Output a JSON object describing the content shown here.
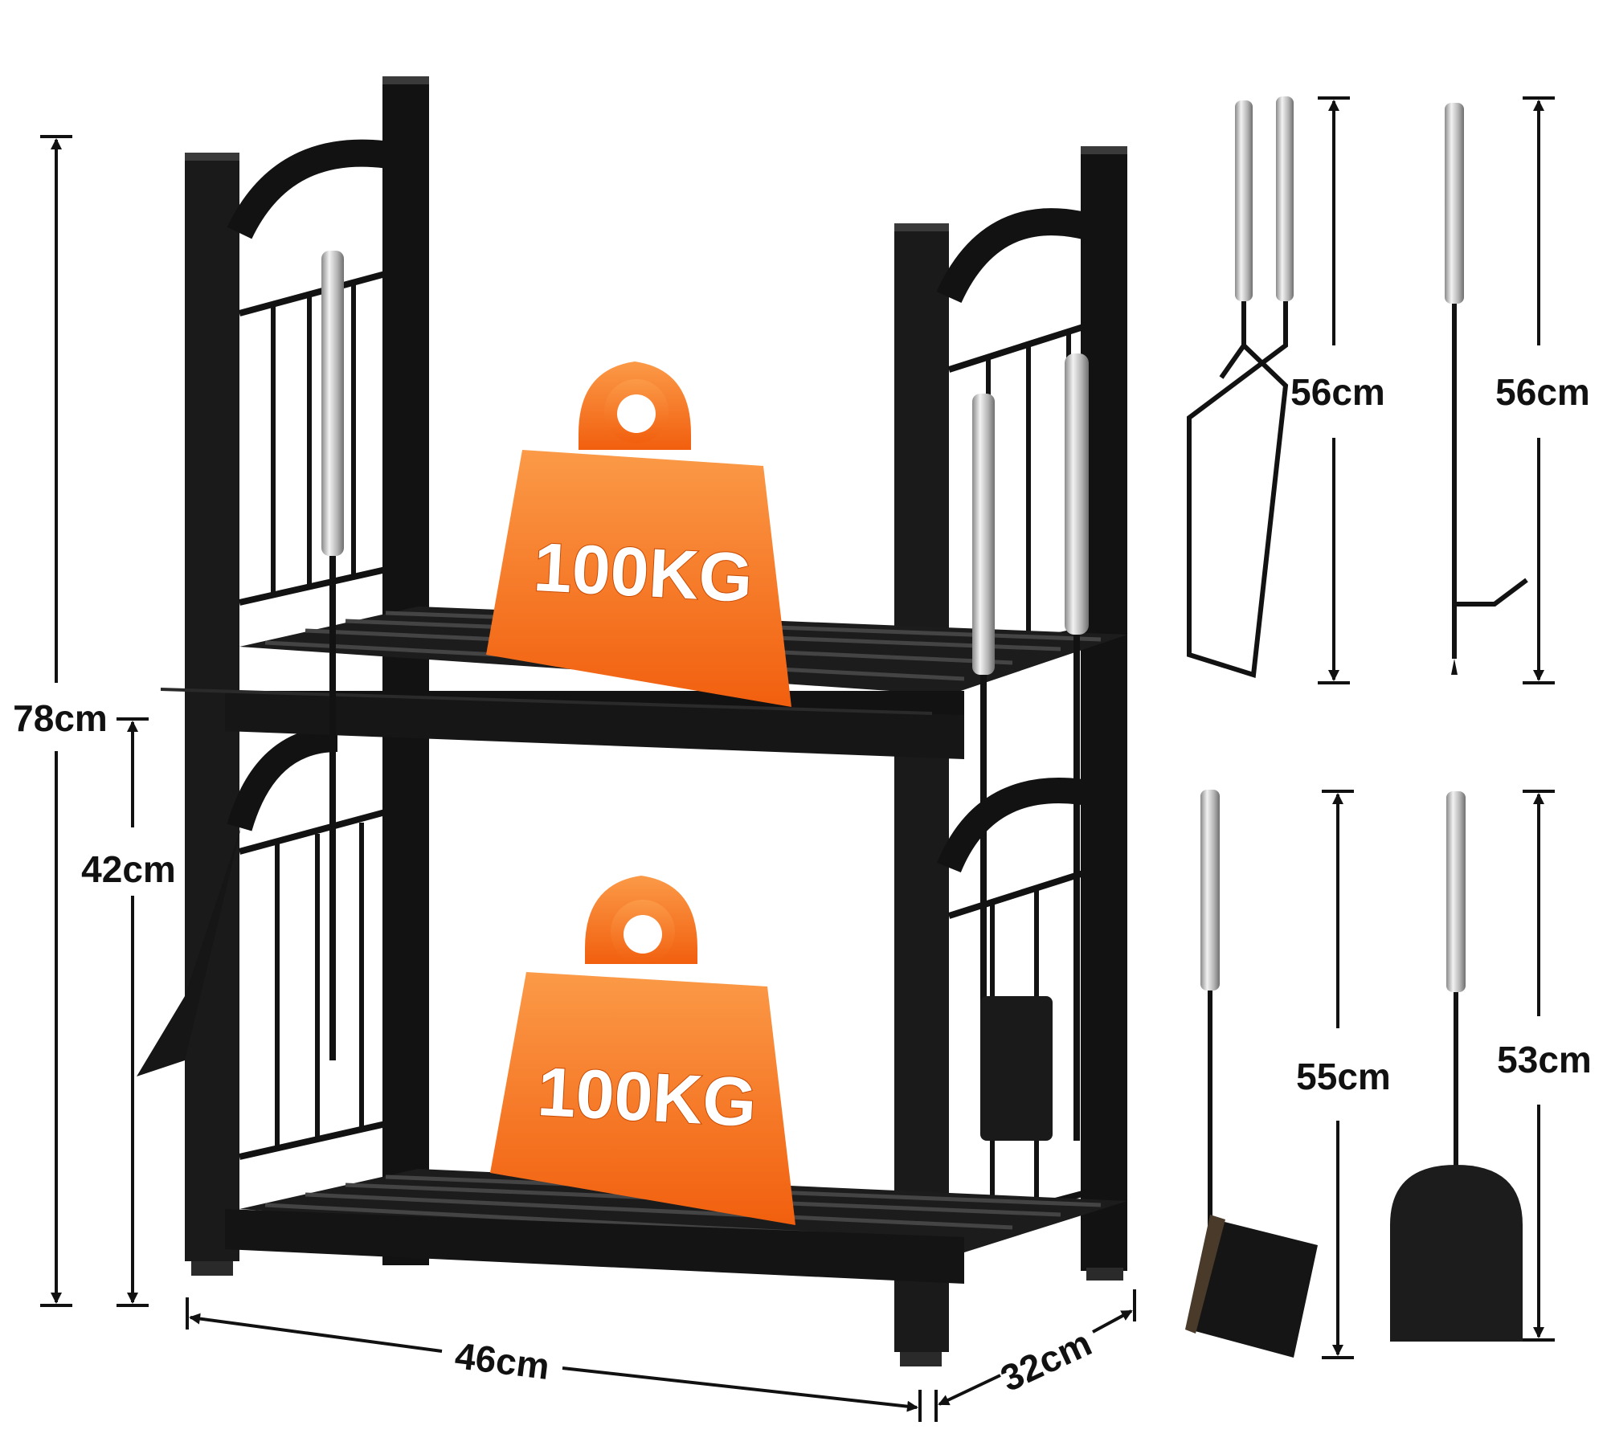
{
  "colors": {
    "frame": "#121212",
    "weight_orange": "#f4711d",
    "weight_orange_light": "#fb9a48",
    "steel": "#c8c8c8",
    "dimension_line": "#111111"
  },
  "weights": {
    "upper_shelf": {
      "label": "100KG",
      "icon": "weight-icon"
    },
    "lower_shelf": {
      "label": "100KG",
      "icon": "weight-icon"
    }
  },
  "rack_dimensions": {
    "total_height": "78cm",
    "lower_height": "42cm",
    "width": "46cm",
    "depth": "32cm"
  },
  "tools": [
    {
      "name": "tongs",
      "icon": "tongs-icon",
      "length": "56cm"
    },
    {
      "name": "poker",
      "icon": "poker-icon",
      "length": "56cm"
    },
    {
      "name": "brush",
      "icon": "brush-icon",
      "length": "55cm"
    },
    {
      "name": "shovel",
      "icon": "shovel-icon",
      "length": "53cm"
    }
  ]
}
